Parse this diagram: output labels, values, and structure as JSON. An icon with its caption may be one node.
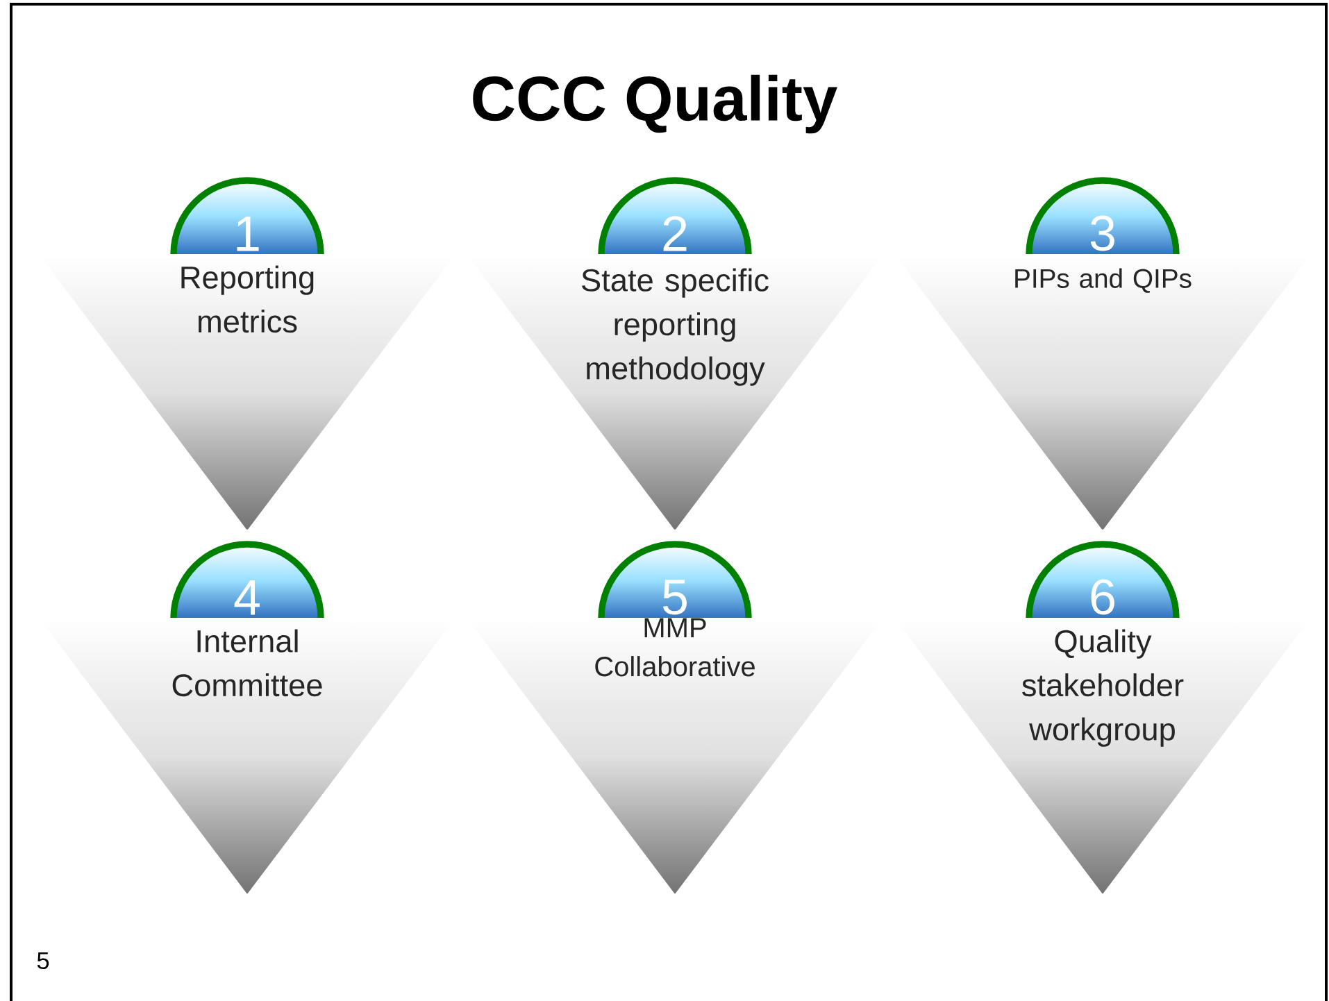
{
  "diagram": {
    "title": "CCC Quality",
    "nodes": [
      {
        "text": [
          "1"
        ]
      },
      {
        "text": [
          "Reporting metrics"
        ]
      },
      {
        "text": [
          "2"
        ]
      },
      {
        "text": [
          "State specific reporting methodology"
        ]
      },
      {
        "text": [
          "3"
        ]
      },
      {
        "text": [
          "PIPs and QIPs"
        ]
      },
      {
        "text": [
          "4"
        ]
      },
      {
        "text": [
          "Internal Committee"
        ]
      },
      {
        "text": [
          "5"
        ]
      },
      {
        "text": [
          "MMP Collaborative"
        ]
      },
      {
        "text": [
          "6"
        ]
      },
      {
        "text": [
          "Quality stakeholder workgroup"
        ]
      }
    ],
    "labels": [
      "5"
    ]
  }
}
